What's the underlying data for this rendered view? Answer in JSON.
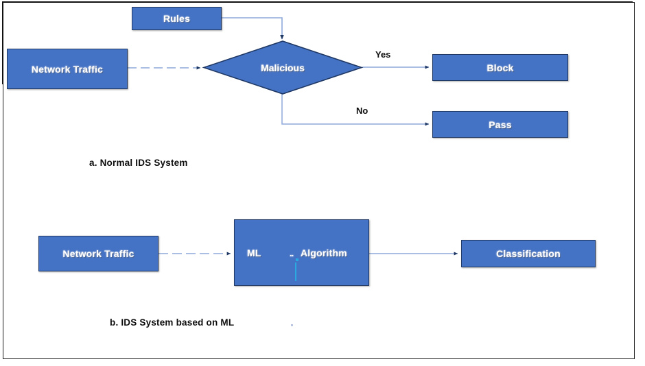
{
  "figure": {
    "accent_fill": "#4472C4",
    "accent_border": "#1F3864",
    "connector_color": "#8EA9DB",
    "text_color": "#0D0D0D",
    "frame_color": "#1A1A1A",
    "caret_color": "#2AA9E0"
  },
  "diagram_a": {
    "caption": "a. Normal IDS System",
    "nodes": {
      "rules": "Rules",
      "network_traffic": "Network Traffic",
      "decision": "Malicious",
      "block": "Block",
      "pass": "Pass"
    },
    "edge_labels": {
      "yes": "Yes",
      "no": "No"
    }
  },
  "diagram_b": {
    "caption": "b. IDS System based on ML",
    "nodes": {
      "network_traffic": "Network Traffic",
      "ml": "ML",
      "algorithm": "Algorithm",
      "algorithm_artifact_dots": "..",
      "classification": "Classification"
    }
  }
}
